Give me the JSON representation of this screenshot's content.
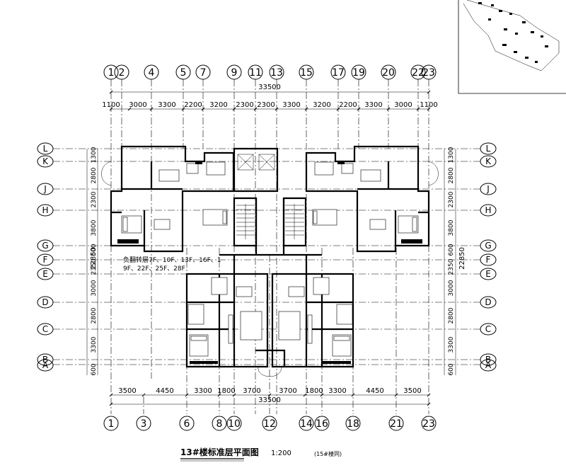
{
  "drawing": {
    "title": "13#楼标准层平面图",
    "scale": "1:200",
    "note": "(15#楼同)",
    "overall_dim_top": "33500",
    "overall_dim_bottom": "33500",
    "overall_dim_left": "22850",
    "overall_dim_right": "22850",
    "fire_note_line1": "负翻转层7F、10F、13F、16F、1",
    "fire_note_line2": "9F、22F、25F、28F"
  },
  "axes_top": [
    "1",
    "2",
    "4",
    "5",
    "7",
    "9",
    "11",
    "13",
    "15",
    "17",
    "19",
    "20",
    "22",
    "23"
  ],
  "axes_bottom": [
    "1",
    "3",
    "6",
    "8",
    "10",
    "12",
    "14",
    "16",
    "18",
    "21",
    "23"
  ],
  "axes_left": [
    "L",
    "K",
    "J",
    "H",
    "G",
    "F",
    "E",
    "D",
    "C",
    "B",
    "A"
  ],
  "axes_right": [
    "L",
    "K",
    "J",
    "H",
    "G",
    "F",
    "E",
    "D",
    "C",
    "B",
    "A"
  ],
  "dims_top": [
    "1100",
    "3000",
    "3300",
    "2200",
    "3200",
    "2300",
    "2300",
    "3300",
    "3200",
    "2200",
    "3300",
    "3000",
    "1100"
  ],
  "dims_bottom": [
    "3500",
    "4450",
    "3300",
    "1800",
    "3700",
    "3700",
    "1800",
    "3300",
    "4450",
    "3500"
  ],
  "dims_left": [
    "1300",
    "2800",
    "2300",
    "3800",
    "600",
    "2350",
    "3000",
    "2800",
    "3300",
    "600"
  ],
  "dims_right": [
    "1300",
    "2800",
    "2300",
    "3800",
    "600",
    "2350",
    "3000",
    "2800",
    "3300",
    "600"
  ]
}
